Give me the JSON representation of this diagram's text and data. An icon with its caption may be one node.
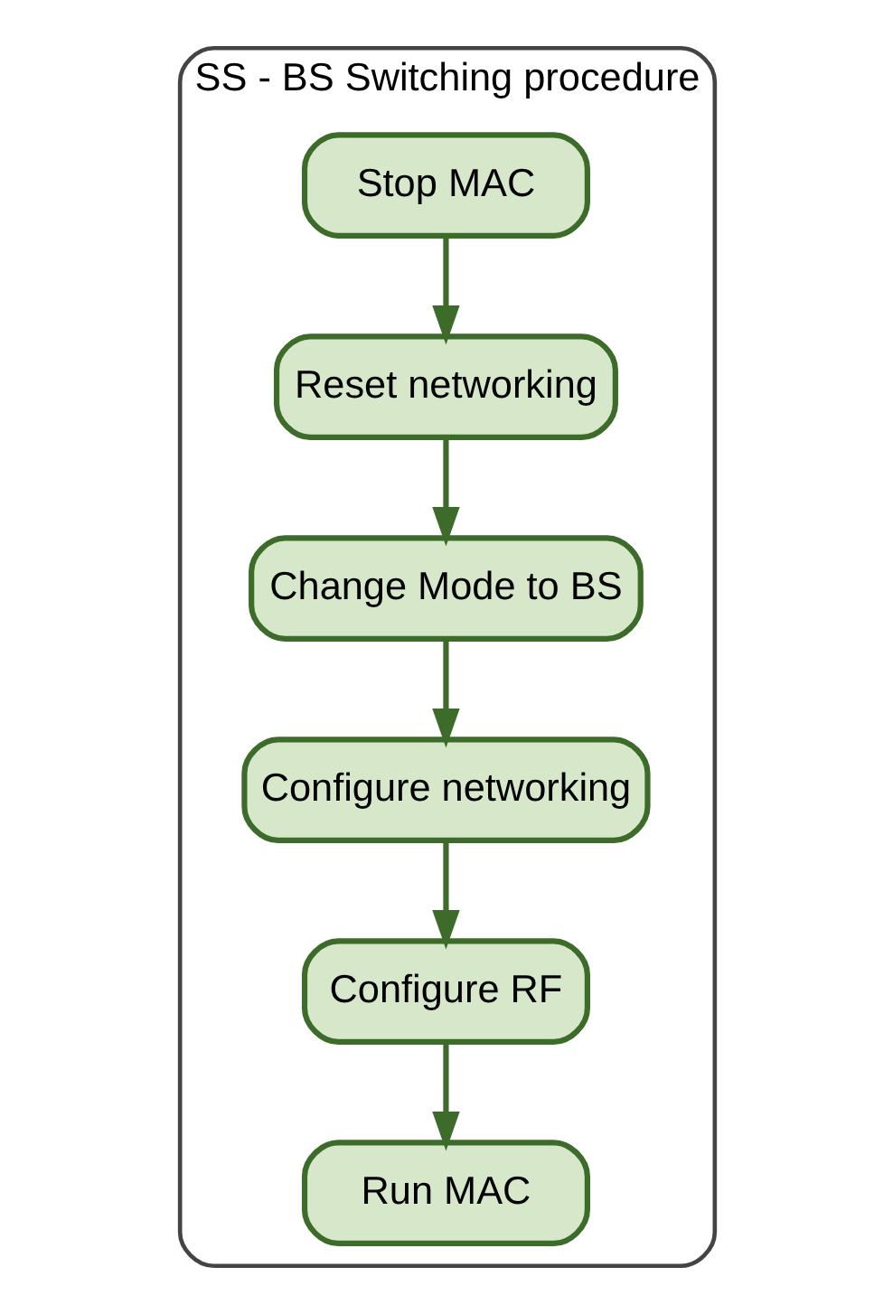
{
  "diagram": {
    "nodes": [
      {
        "text": [
          "SS - BS Switching procedure"
        ]
      },
      {
        "text": [
          "Stop MAC"
        ],
        "in": 0
      },
      {
        "text": [
          "Reset networking"
        ],
        "in": 0
      },
      {
        "text": [
          "Change Mode to BS"
        ],
        "in": 0
      },
      {
        "text": [
          "Configure networking"
        ],
        "in": 0
      },
      {
        "text": [
          "Configure RF"
        ],
        "in": 0
      },
      {
        "text": [
          "Run MAC"
        ],
        "in": 0
      }
    ],
    "edges": [
      {
        "from": 1,
        "to": 2,
        "arrow": "to"
      },
      {
        "from": 2,
        "to": 3,
        "arrow": "to"
      },
      {
        "from": 3,
        "to": 4,
        "arrow": "to"
      },
      {
        "from": 4,
        "to": 5,
        "arrow": "to"
      },
      {
        "from": 5,
        "to": 6,
        "arrow": "to"
      }
    ]
  }
}
